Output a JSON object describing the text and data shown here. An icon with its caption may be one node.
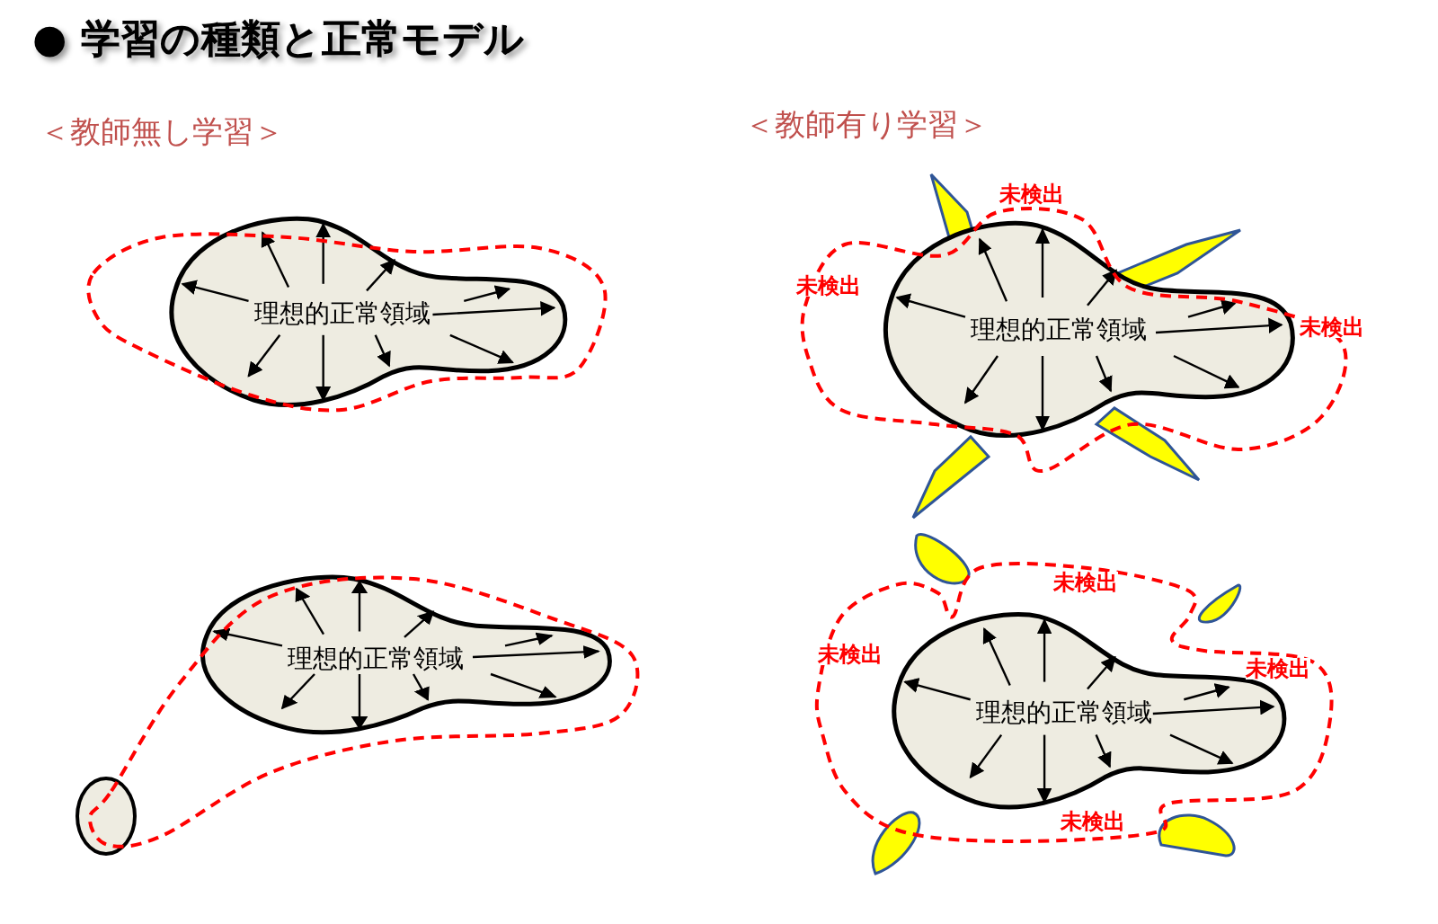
{
  "diagram": {
    "title": "● 学習の種類と正常モデル",
    "nodes": [
      {
        "text": [
          "理想的正常領域"
        ]
      },
      {
        "text": [
          "理想的正常領域"
        ]
      },
      {
        "text": [
          "理想的正常領域"
        ]
      },
      {
        "text": [],
        "shape": "ellipse"
      },
      {
        "text": [
          "理想的正常領域"
        ]
      }
    ],
    "labels": [
      "＜教師無し学習＞",
      "＜教師有り学習＞",
      "未検出",
      "未検出",
      "未検出",
      "未検出",
      "未検出",
      "未検出",
      "未検出"
    ]
  }
}
